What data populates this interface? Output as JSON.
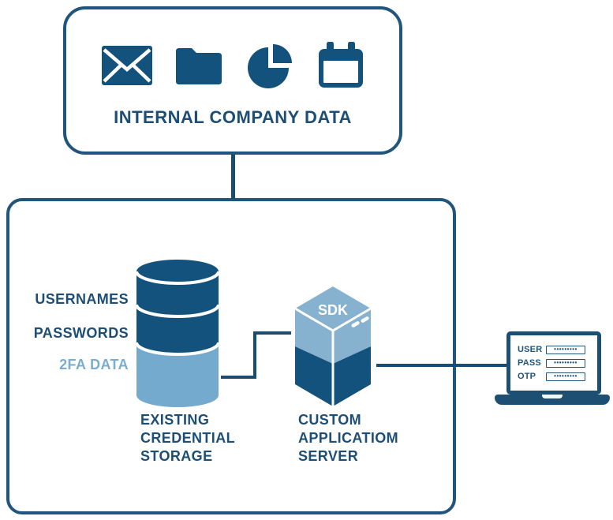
{
  "colors": {
    "border": "#20567b",
    "dark_blue": "#12527c",
    "light_blue": "#74aace",
    "server_light": "#86b1cf",
    "text_dark": "#1d4e75",
    "label_light": "#79add2",
    "connector": "#1b4b6e",
    "white": "#ffffff"
  },
  "top_box": {
    "title": "INTERNAL COMPANY DATA",
    "icons": [
      {
        "name": "envelope-icon"
      },
      {
        "name": "folder-icon"
      },
      {
        "name": "pie-chart-icon"
      },
      {
        "name": "calendar-icon"
      }
    ]
  },
  "storage": {
    "labels": [
      "USERNAMES",
      "PASSWORDS",
      "2FA DATA"
    ],
    "caption_lines": [
      "EXISTING",
      "CREDENTIAL",
      "STORAGE"
    ]
  },
  "server": {
    "badge": "SDK",
    "caption_lines": [
      "CUSTOM",
      "APPLICATIOM",
      "SERVER"
    ]
  },
  "laptop": {
    "rows": [
      {
        "label": "USER",
        "value": "•••••••••"
      },
      {
        "label": "PASS",
        "value": "•••••••••"
      },
      {
        "label": "OTP",
        "value": "•••••••••"
      }
    ]
  }
}
